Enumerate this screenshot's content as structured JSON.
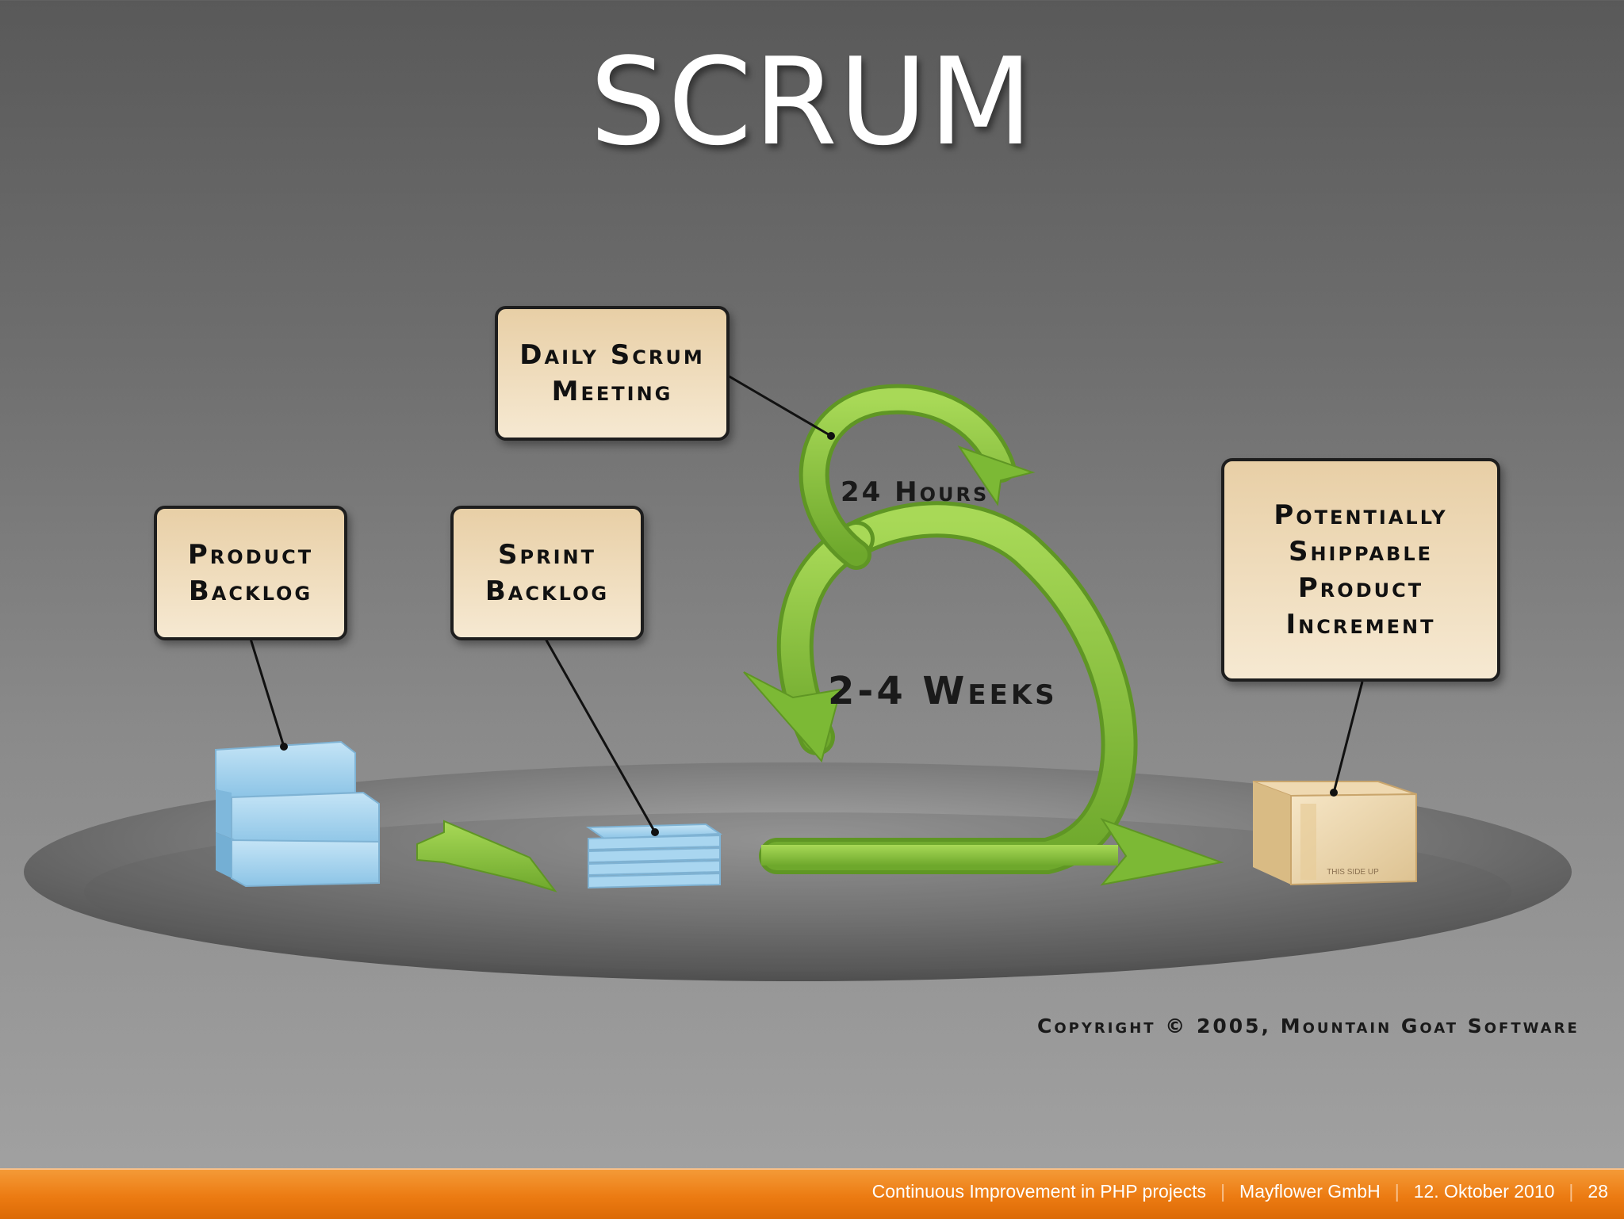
{
  "slide": {
    "title": "SCRUM"
  },
  "diagram": {
    "boxes": {
      "daily_scrum": [
        "Daily Scrum",
        "Meeting"
      ],
      "product_backlog": [
        "Product",
        "Backlog"
      ],
      "sprint_backlog": [
        "Sprint",
        "Backlog"
      ],
      "increment": [
        "Potentially",
        "Shippable",
        "Product",
        "Increment"
      ]
    },
    "labels": {
      "hours": "24 Hours",
      "weeks": "2-4 Weeks",
      "box_print": "THIS SIDE UP"
    },
    "copyright": "Copyright © 2005, Mountain Goat Software",
    "colors": {
      "arrow": "#8dc63f",
      "box_fill": "#f0dfc2",
      "stack_blue": "#9fd0ee",
      "footer": "#ec7b12"
    }
  },
  "footer": {
    "presentation": "Continuous Improvement in PHP projects",
    "company": "Mayflower GmbH",
    "date": "12. Oktober 2010",
    "page": "28"
  }
}
